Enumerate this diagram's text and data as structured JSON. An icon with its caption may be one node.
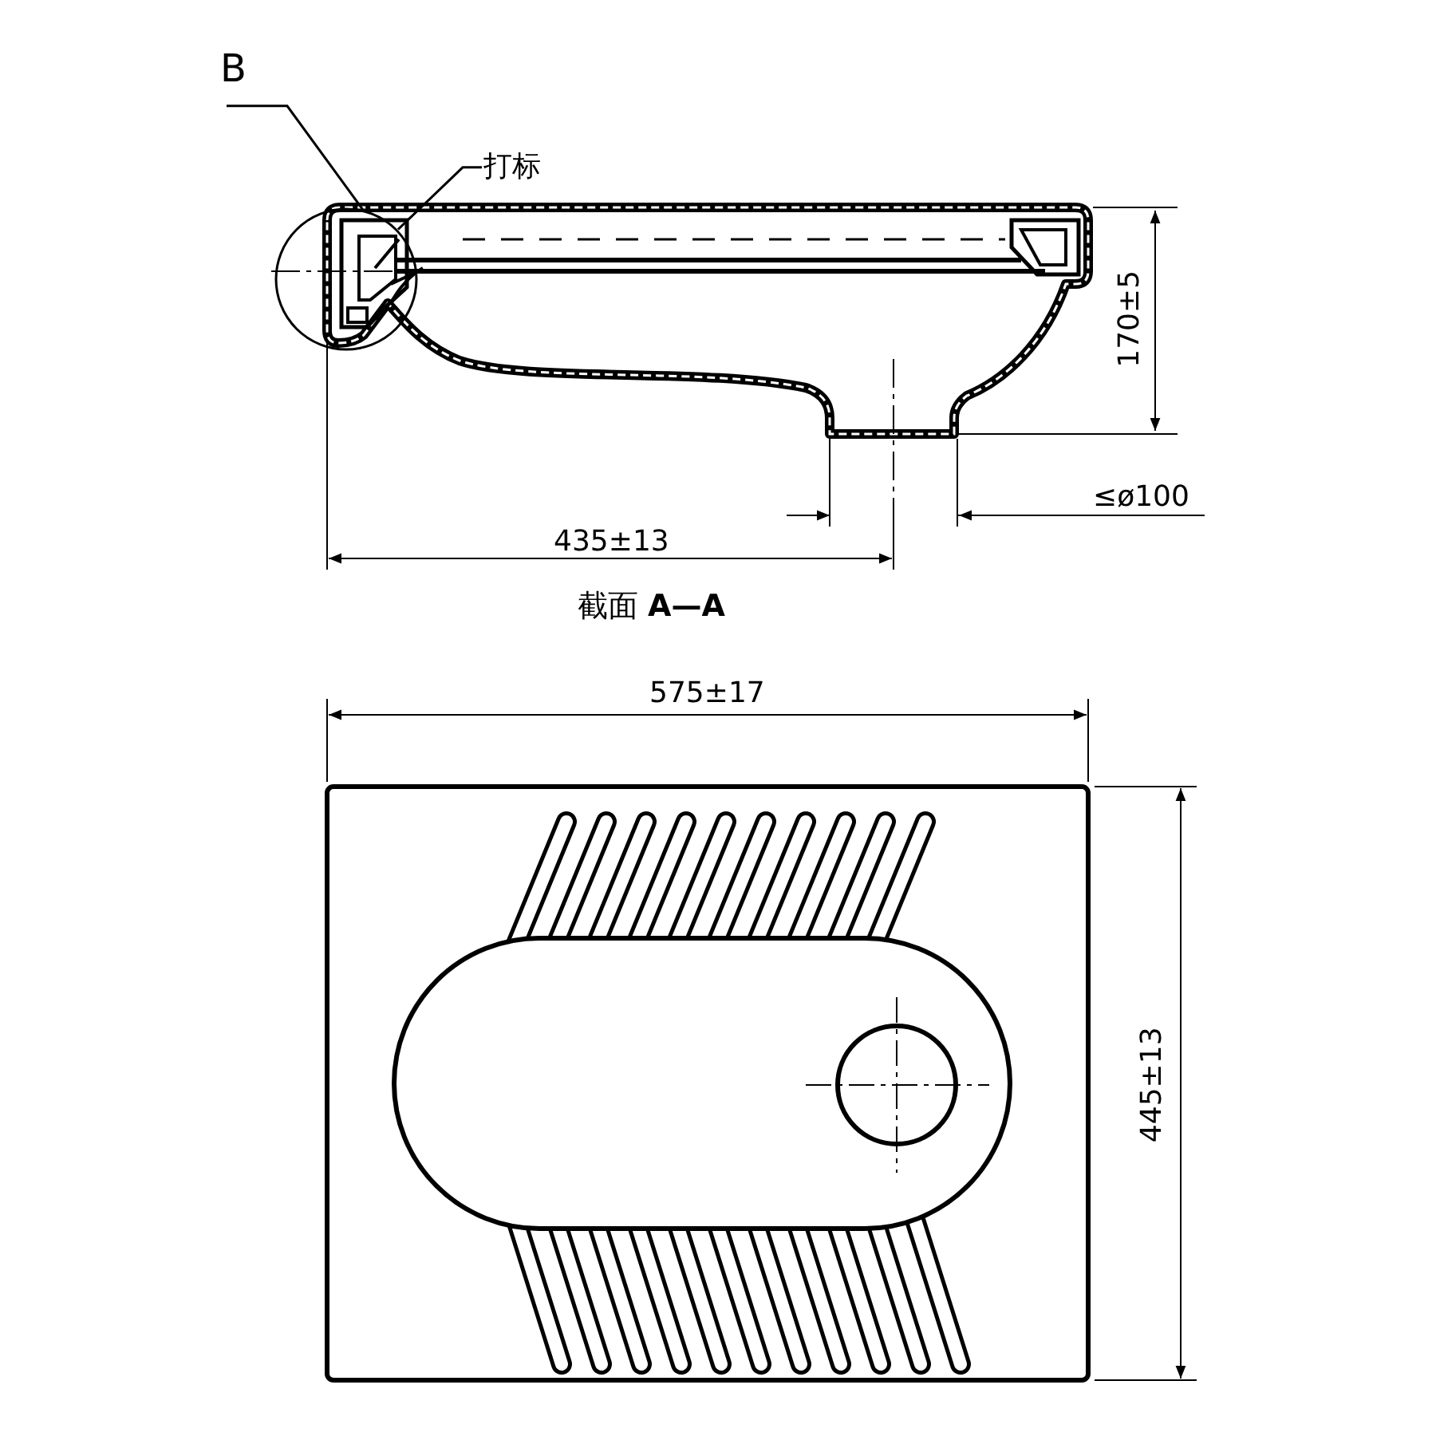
{
  "diagram": {
    "nodes": [
      {
        "text": [
          "B"
        ]
      },
      {
        "text": [],
        "shape": "circle"
      },
      {
        "text": [
          "打标"
        ]
      }
    ],
    "edges": [
      {
        "from": 0,
        "to": 1,
        "arrow": "none"
      },
      {
        "from": 2,
        "to": 1,
        "arrow": "none"
      }
    ],
    "labels": [
      "170±5",
      "≤ø100",
      "435±13",
      "截面 **A—A**",
      "575±17",
      "445±13"
    ]
  }
}
